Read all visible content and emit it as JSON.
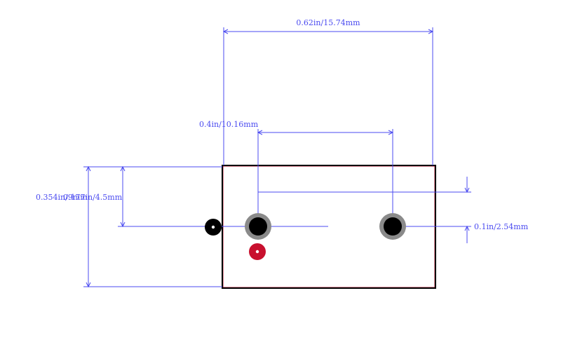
{
  "colors": {
    "dimension": "#4b4bf0",
    "outline": "#000000",
    "outline_inner": "#c41e3a",
    "pad_ring": "#8a8a8a",
    "pad_hole": "#000000",
    "marker_red": "#c8102e",
    "marker_black": "#000000",
    "marker_center": "#ffffff",
    "background": "#ffffff"
  },
  "dimensions": {
    "overall_width": "0.62in/15.74mm",
    "pin_pitch": "0.4in/10.16mm",
    "overall_height": "0.354in/9mm",
    "pin_offset": "0.177in/4.5mm",
    "pin_spacing_small": "0.1in/2.54mm"
  }
}
